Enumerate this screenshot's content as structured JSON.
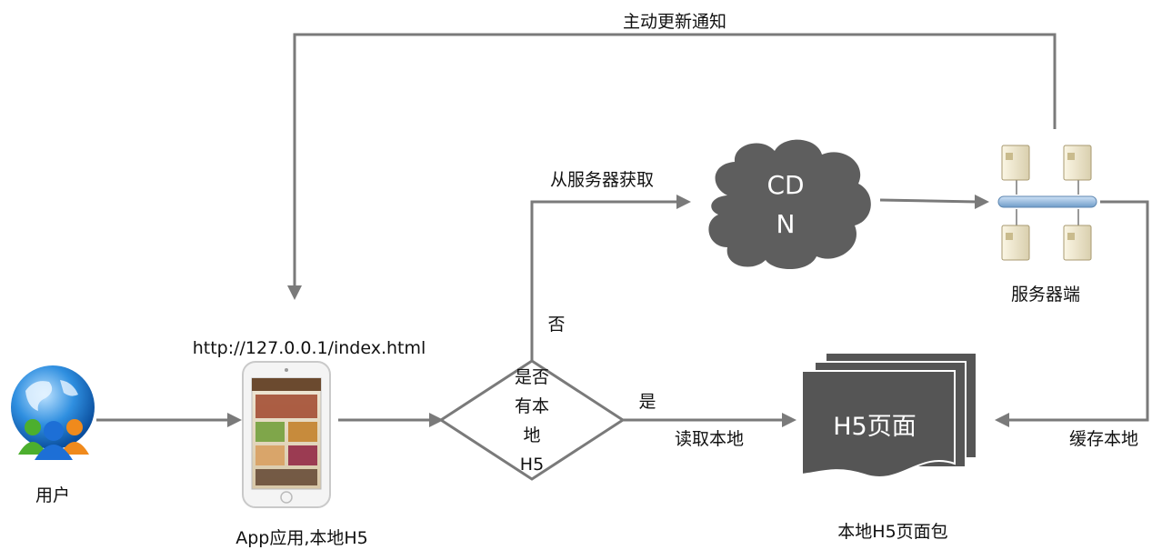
{
  "top_feedback_label": "主动更新通知",
  "user": {
    "label": "用户",
    "icon": "globe-users-icon"
  },
  "app": {
    "url": "http://127.0.0.1/index.html",
    "caption": "App应用,本地H5",
    "icon": "smartphone-icon"
  },
  "decision": {
    "lines": [
      "是否",
      "有本",
      "地",
      "H5"
    ],
    "yes_label": "是",
    "no_label": "否"
  },
  "fetch_label": "从服务器获取",
  "cdn": {
    "lines": [
      "CD",
      "N"
    ],
    "color": "#5e5e5e"
  },
  "server": {
    "label": "服务器端",
    "icon": "server-cluster-icon"
  },
  "read_local_label": "读取本地",
  "package": {
    "title": "H5页面",
    "caption": "本地H5页面包",
    "color": "#555555"
  },
  "cache_label": "缓存本地",
  "colors": {
    "connector": "#7a7a7a",
    "cloud": "#5e5e5e",
    "document": "#555555"
  }
}
